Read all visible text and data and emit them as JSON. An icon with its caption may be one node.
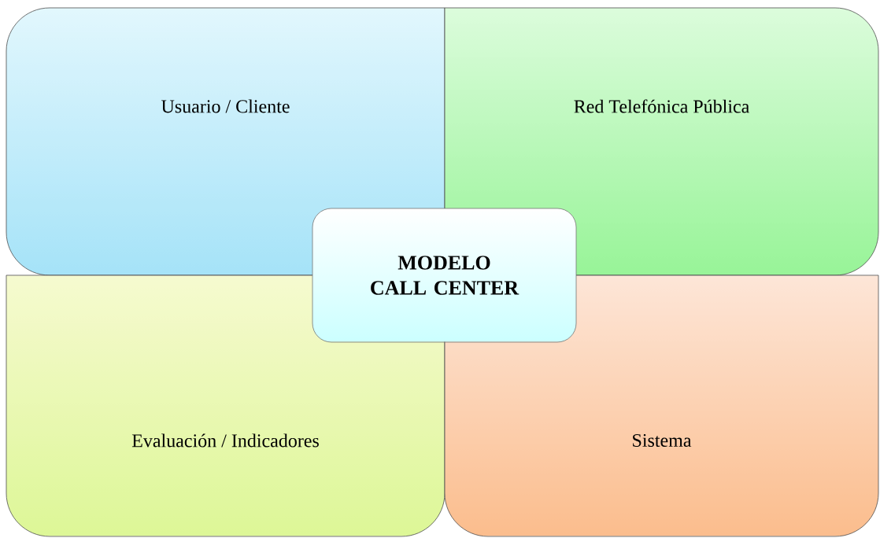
{
  "diagram": {
    "nodes": [
      {
        "text": [
          "Usuario / Cliente"
        ]
      },
      {
        "text": [
          "Red Telefónica Pública"
        ]
      },
      {
        "text": [
          "Evaluación / Indicadores"
        ]
      },
      {
        "text": [
          "Sistema"
        ]
      },
      {
        "text": [
          "MODELO CALL CENTER"
        ]
      }
    ]
  }
}
